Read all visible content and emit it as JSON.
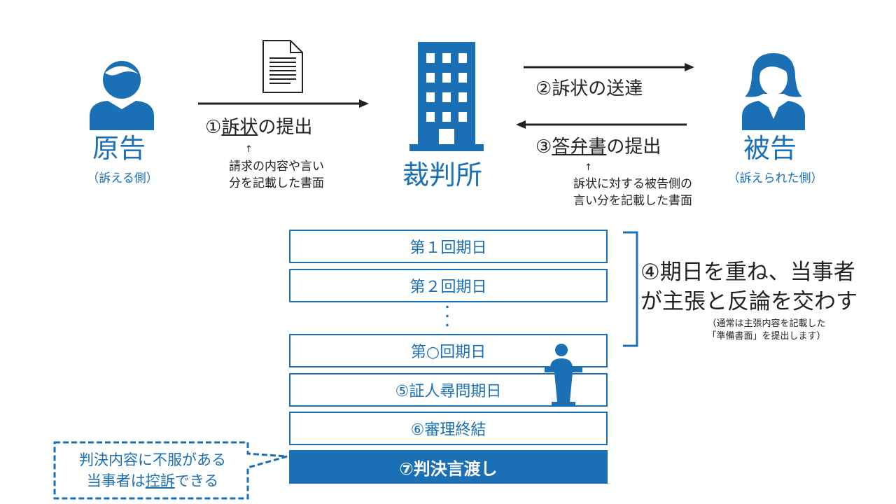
{
  "plaintiff": {
    "label": "原告",
    "sub": "（訴える側）"
  },
  "court": {
    "label": "裁判所"
  },
  "defendant": {
    "label": "被告",
    "sub": "（訴えられた側）"
  },
  "step1": {
    "num": "①",
    "u": "訴状",
    "rest": "の提出",
    "arrow": "↑",
    "note1": "請求の内容や言い",
    "note2": "分を記載した書面"
  },
  "step2": {
    "label": "②訴状の送達"
  },
  "step3": {
    "num": "③",
    "u": "答弁書",
    "rest": "の提出",
    "arrow": "↑",
    "note1": "訴状に対する被告側の",
    "note2": "言い分を記載した書面"
  },
  "hearings": [
    "第１回期日",
    "第２回期日",
    "第○回期日"
  ],
  "dots": "・\n・\n・",
  "step4": {
    "line1": "④期日を重ね、当事者",
    "line2": "が主張と反論を交わす",
    "note1": "（通常は主張内容を記載した",
    "note2": "「準備書面」を提出します）"
  },
  "step5": {
    "label": "⑤証人尋問期日"
  },
  "step6": {
    "label": "⑥審理終結"
  },
  "step7": {
    "label": "⑦判決言渡し"
  },
  "callout": {
    "line1": "判決内容に不服がある",
    "pre": "当事者は",
    "u": "控訴",
    "post": "できる"
  },
  "colors": {
    "accent": "#1a6fb5"
  }
}
